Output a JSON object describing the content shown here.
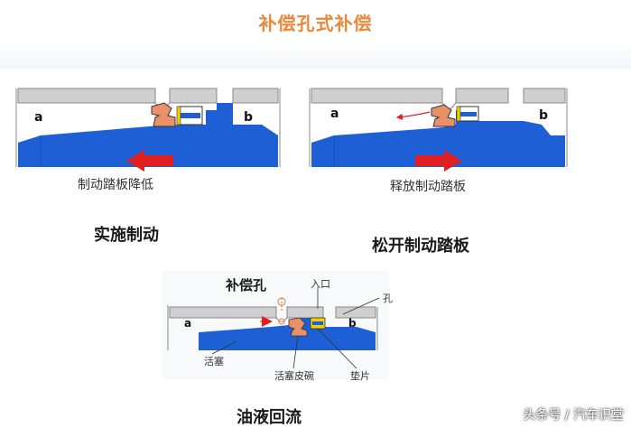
{
  "title": "补偿孔式补偿",
  "panel1": {
    "chamber_a": "a",
    "chamber_b": "b",
    "caption": "制动踏板降低",
    "heading": "实施制动"
  },
  "panel2": {
    "chamber_a": "a",
    "chamber_b": "b",
    "caption": "释放制动踏板",
    "heading": "松开制动踏板"
  },
  "panel3": {
    "chamber_a": "a",
    "chamber_b": "b",
    "compensation_hole": "补偿孔",
    "inlet": "入口",
    "hole": "孔",
    "piston": "活塞",
    "piston_cup": "活塞皮碗",
    "shim": "垫片",
    "heading": "油液回流"
  },
  "watermark": "头条号 / 汽车识堂",
  "colors": {
    "title": "#e8883a",
    "fluid": "#1e5fd6",
    "housing": "#cfcfd2",
    "seal": "#e89068",
    "arrow": "#e02020"
  }
}
